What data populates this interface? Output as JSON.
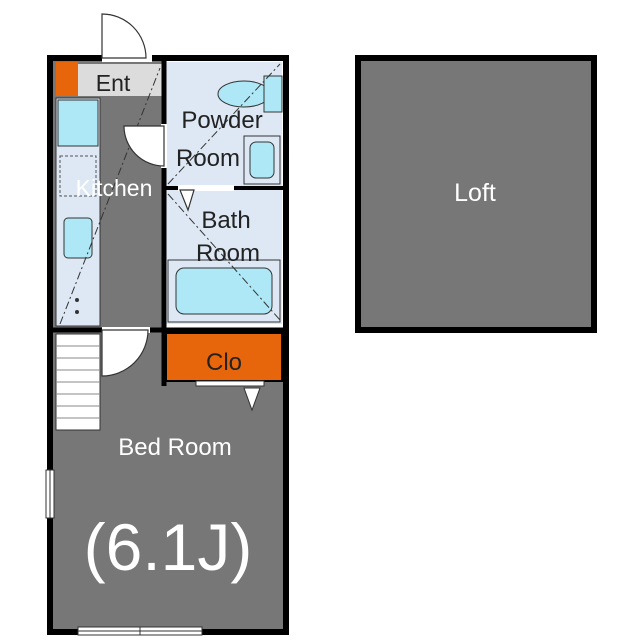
{
  "rooms": {
    "entrance": "Ent",
    "powder_room_line1": "Powder",
    "powder_room_line2": "Room",
    "kitchen": "Kitchen",
    "bath_room_line1": "Bath",
    "bath_room_line2": "Room",
    "closet": "Clo",
    "bed_room": "Bed Room",
    "bed_room_size": "(6.1J)",
    "loft": "Loft"
  },
  "colors": {
    "wall": "#000000",
    "floor_dark": "#777777",
    "wet_area": "#dde8f4",
    "fixture": "#aee8f6",
    "closet": "#e8660b",
    "entrance_floor": "#dcdcdc"
  },
  "icons": [
    "door-swing-icon",
    "stairs-icon",
    "toilet-icon",
    "sink-icon",
    "bathtub-icon",
    "stove-icon",
    "refrigerator-icon",
    "washbasin-icon",
    "window-icon"
  ]
}
